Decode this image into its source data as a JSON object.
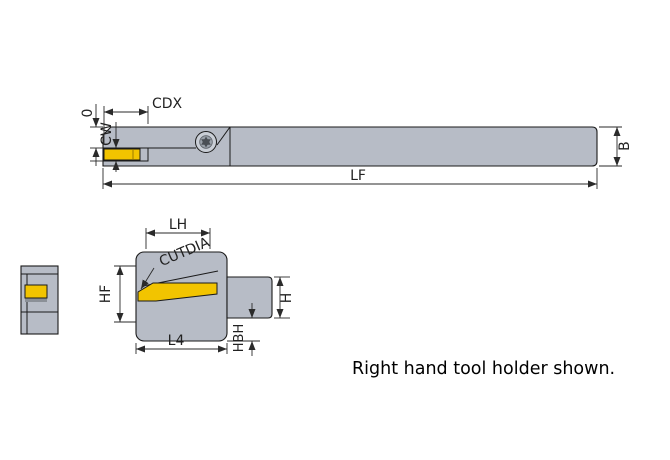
{
  "diagram": {
    "caption": "Right hand tool holder shown.",
    "colors": {
      "tool_body": "#b7bcc6",
      "insert": "#f2c400",
      "outline": "#1a1a1a"
    },
    "side_view": {
      "labels": {
        "cdx": "CDX",
        "cw": "CW",
        "zero": "0",
        "lf": "LF",
        "b": "B"
      }
    },
    "top_view": {
      "labels": {
        "lh": "LH",
        "cutdia": "CUTDIA",
        "hf": "HF",
        "l4": "L4",
        "hbh": "HBH",
        "h": "H"
      }
    }
  }
}
